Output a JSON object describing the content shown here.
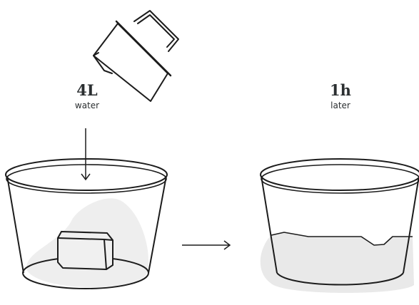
{
  "step1": {
    "amount": "4L",
    "unit": "water"
  },
  "step2": {
    "amount": "1h",
    "unit": "later"
  },
  "colors": {
    "stroke": "#1c1c1c",
    "shadow": "#eeeeee",
    "water": "#e9e9e9",
    "text": "#2b2f31"
  }
}
